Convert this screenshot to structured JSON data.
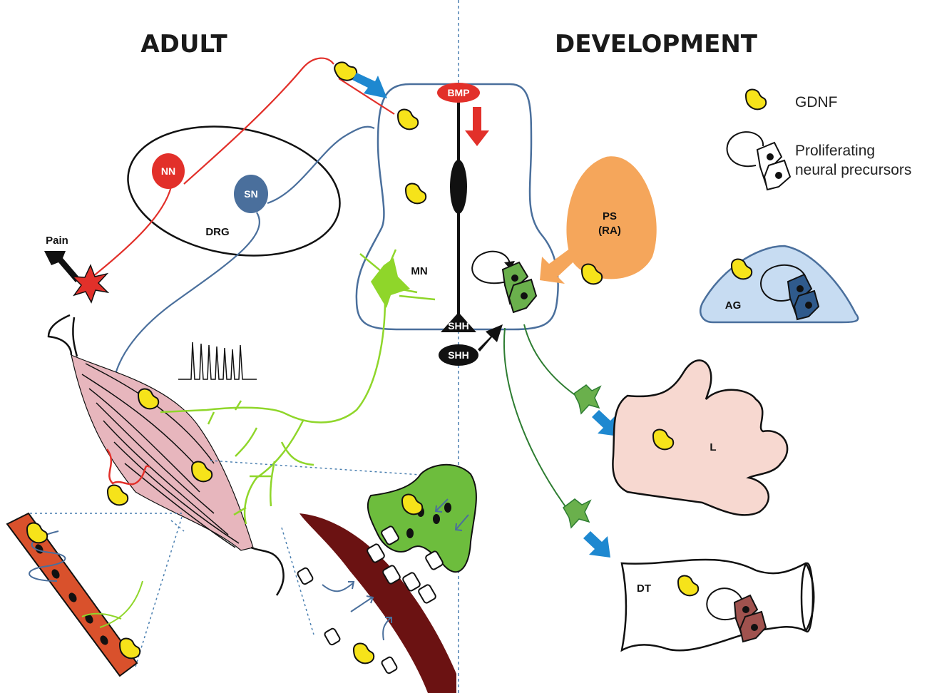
{
  "sections": {
    "adult": "ADULT",
    "development": "DEVELOPMENT"
  },
  "labels": {
    "nn": "NN",
    "sn": "SN",
    "drg": "DRG",
    "pain": "Pain",
    "bmp": "BMP",
    "mn": "MN",
    "shh_top": "SHH",
    "shh_bottom": "SHH",
    "ps": "PS",
    "ra": "(RA)",
    "ag": "AG",
    "l": "L",
    "dt": "DT"
  },
  "legend": {
    "gdnf": "GDNF",
    "proliferating_line1": "Proliferating",
    "proliferating_line2": "neural precursors"
  },
  "colors": {
    "gdnf_yellow": "#f6e31a",
    "nociceptive_red": "#e2302a",
    "sensory_blue": "#4a6f9c",
    "motor_green": "#8fd62a",
    "precursor_green": "#6ab04c",
    "arrow_blue": "#1e88d0",
    "muscle_pink": "#e7b6bd",
    "vessel_orange": "#d9512c",
    "ps_orange": "#f5a65b",
    "ag_blue": "#c7dcf2",
    "synapse_green": "#6dbd3d",
    "terminal_maroon": "#6b1212"
  }
}
